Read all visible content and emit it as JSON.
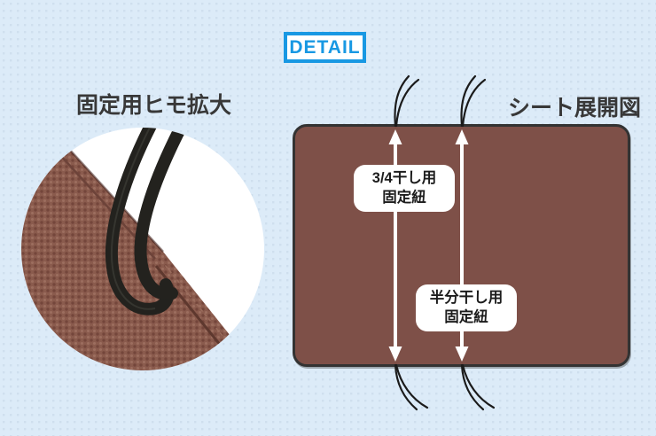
{
  "badge": {
    "label": "DETAIL"
  },
  "headings": {
    "left": "固定用ヒモ拡大",
    "right": "シート展開図"
  },
  "sheet": {
    "labels": [
      {
        "line1": "3/4干し用",
        "line2": "固定紐"
      },
      {
        "line1": "半分干し用",
        "line2": "固定紐"
      }
    ]
  },
  "colors": {
    "accent_blue": "#1898e3",
    "background_blue": "#dcebf8",
    "background_dot": "#cfdfee",
    "sheet_brown": "#7e5048",
    "sheet_border": "#333333",
    "fabric_brown": "#8a5b4d",
    "cord_black": "#23221e",
    "arrow_white": "#ffffff",
    "heading_text": "#383838"
  }
}
